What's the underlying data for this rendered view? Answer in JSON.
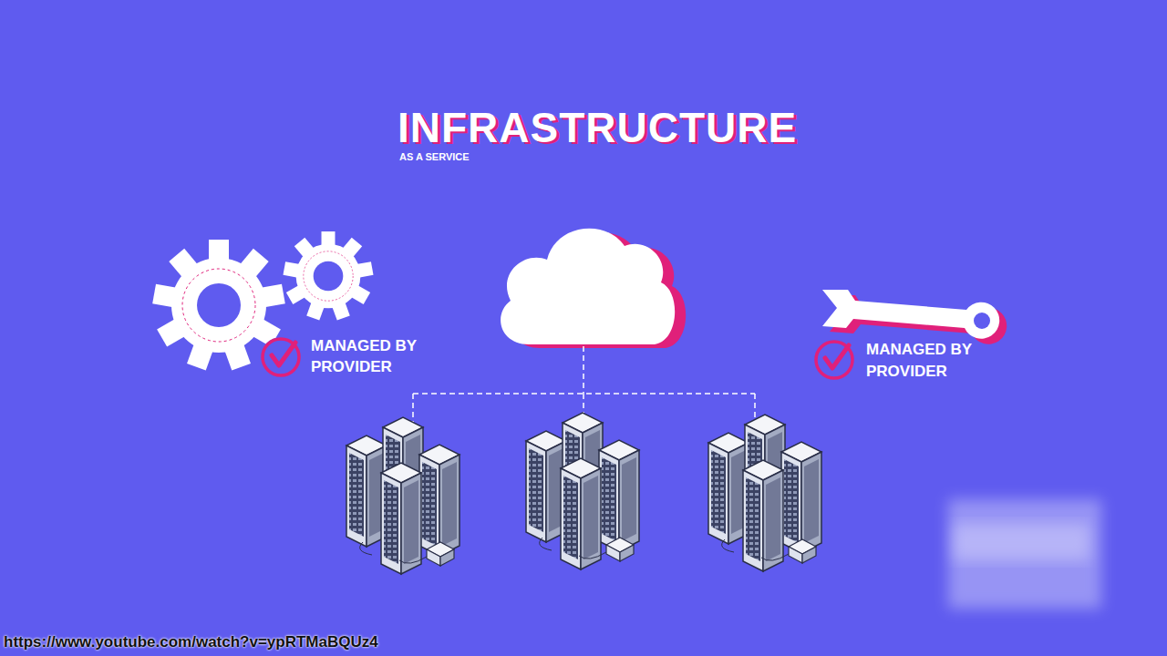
{
  "diagram": {
    "title": "INFRASTRUCTURE",
    "labels": [
      "AS A SERVICE",
      "MANAGED BY PROVIDER",
      "MANAGED BY PROVIDER",
      "https://www.youtube.com/watch?v=ypRTMaBQUz4"
    ]
  }
}
